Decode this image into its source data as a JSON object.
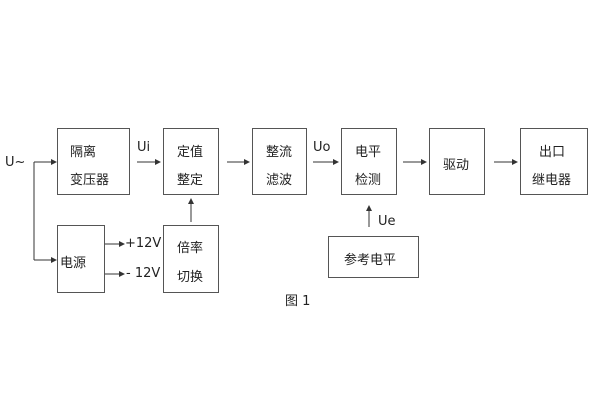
{
  "input_label": "U~",
  "blocks": {
    "isolation_transformer": [
      "隔离",
      "变压器"
    ],
    "setpoint_adjust": [
      "定值",
      "整定"
    ],
    "rectifier_filter": [
      "整流",
      "滤波"
    ],
    "level_detect": [
      "电平",
      "检测"
    ],
    "drive": [
      "驱动"
    ],
    "output_relay": [
      "出口",
      "继电器"
    ],
    "power_supply": [
      "电源"
    ],
    "ratio_switch": [
      "倍率",
      "切换"
    ],
    "reference_level": [
      "参考电平"
    ]
  },
  "signals": {
    "ui": "Ui",
    "uo": "Uo",
    "ue": "Ue",
    "plus12": "+12V",
    "minus12": "- 12V"
  },
  "caption": "图 1"
}
